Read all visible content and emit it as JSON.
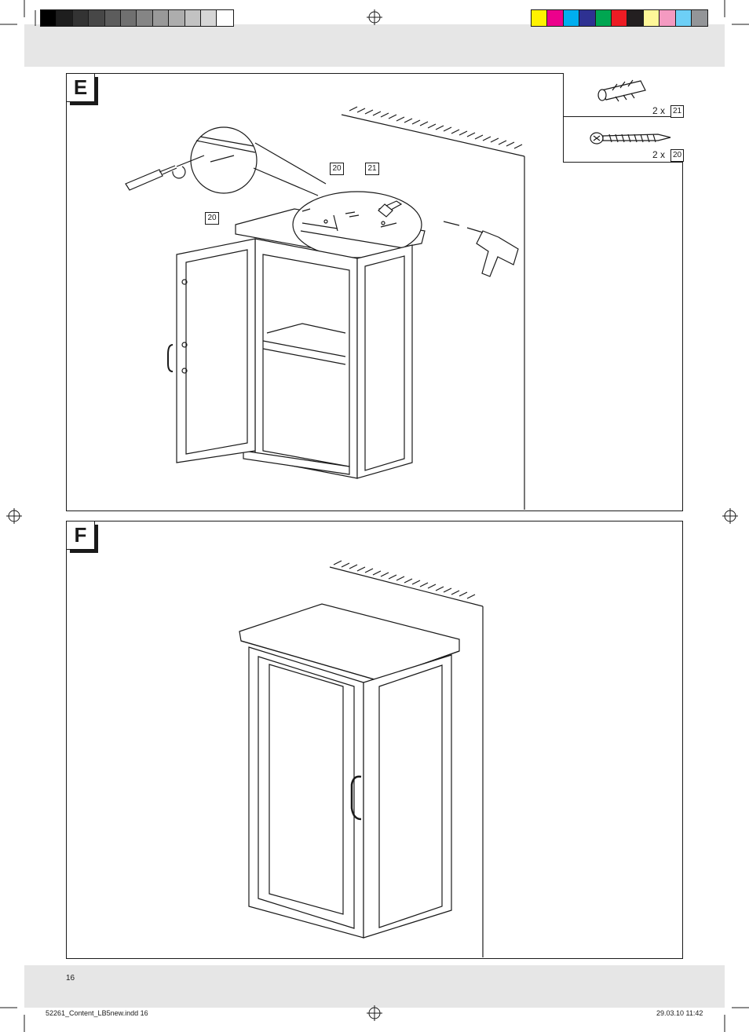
{
  "color_bar_left": [
    "#000000",
    "#1e1e1e",
    "#333333",
    "#474747",
    "#5c5c5c",
    "#707070",
    "#858585",
    "#999999",
    "#adadad",
    "#c2c2c2",
    "#d6d6d6",
    "#ffffff"
  ],
  "color_bar_right": [
    "#fff200",
    "#ec008c",
    "#00aeef",
    "#2e3192",
    "#00a651",
    "#ed1c24",
    "#231f20",
    "#fff799",
    "#f49ac1",
    "#6dcff6",
    "#939598"
  ],
  "step_e": {
    "label": "E",
    "part_callouts": [
      "20",
      "21",
      "20"
    ],
    "parts": [
      {
        "qty": "2 x",
        "number": "21",
        "icon": "wall-plug-icon"
      },
      {
        "qty": "2 x",
        "number": "20",
        "icon": "screw-icon"
      }
    ]
  },
  "step_f": {
    "label": "F"
  },
  "footer": {
    "page_number": "16",
    "file_info": "52261_Content_LB5new.indd   16",
    "timestamp": "29.03.10   11:42"
  }
}
